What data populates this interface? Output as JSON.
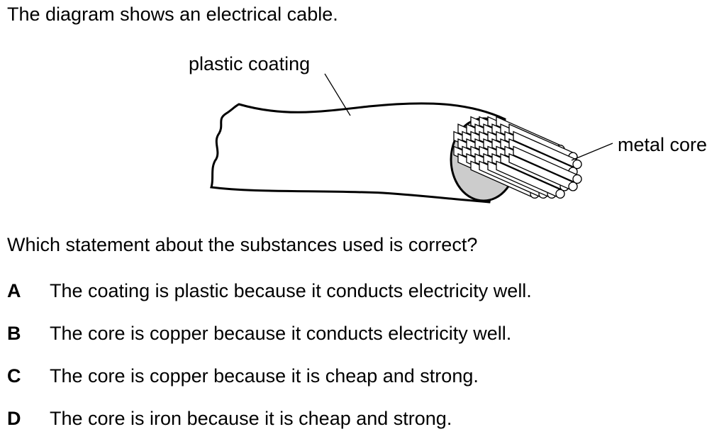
{
  "intro_text": "The diagram shows an electrical cable.",
  "diagram": {
    "label_coating": "plastic coating",
    "label_core": "metal core"
  },
  "question": "Which statement about the substances used is correct?",
  "options": [
    {
      "letter": "A",
      "text": "The coating is plastic because it conducts electricity well."
    },
    {
      "letter": "B",
      "text": "The core is copper because it conducts electricity well."
    },
    {
      "letter": "C",
      "text": "The core is copper because it is cheap and strong."
    },
    {
      "letter": "D",
      "text": "The core is iron because it is cheap and strong."
    }
  ],
  "colors": {
    "insulation_cut": "#cccccc",
    "ink": "#000000"
  }
}
